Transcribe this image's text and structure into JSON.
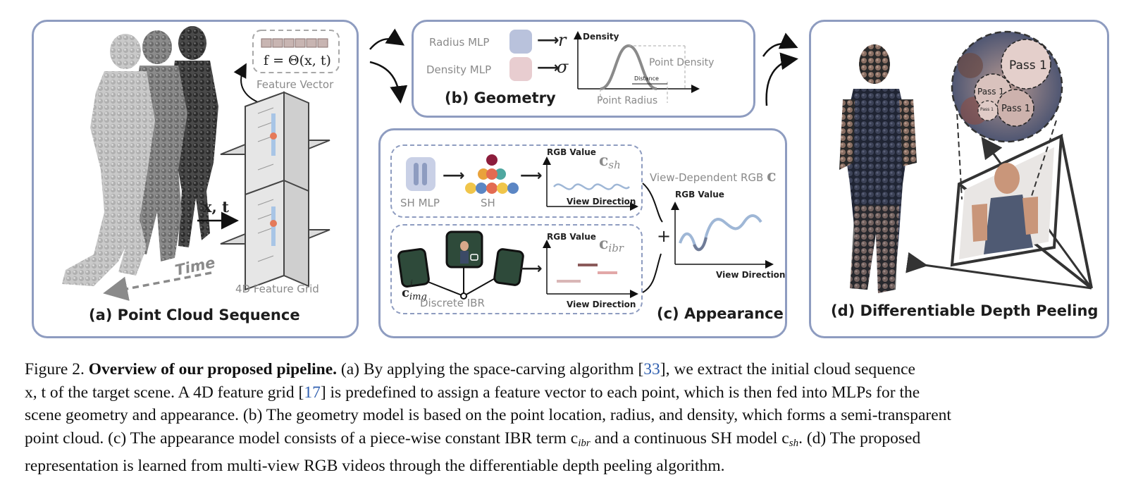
{
  "panel_a": {
    "title": "(a) Point Cloud Sequence",
    "feature_formula": "f = Θ(x, t)",
    "feature_vector_label": "Feature Vector",
    "input_label": "x, t",
    "time_label": "Time",
    "grid_label": "4D Feature Grid"
  },
  "panel_b": {
    "title": "(b) Geometry",
    "radius_mlp": "Radius MLP",
    "radius_out": "r",
    "density_mlp": "Density MLP",
    "density_out": "σ",
    "chart_ylabel": "Density",
    "point_density": "Point Density",
    "distance": "Distance",
    "point_radius": "Point Radius"
  },
  "panel_c": {
    "title": "(c) Appearance",
    "sh_mlp": "SH MLP",
    "sh": "SH",
    "rgb_value_1": "RGB Value",
    "csh_main": "c",
    "csh_sub": "sh",
    "view_direction_1": "View Direction",
    "view_dependent": "View-Dependent RGB",
    "view_dependent_sym": "c",
    "rgb_value_2": "RGB Value",
    "view_direction_2": "View Direction",
    "rgb_value_3": "RGB Value",
    "cibr_main": "c",
    "cibr_sub": "ibr",
    "view_direction_3": "View Direction",
    "cimg_main": "c",
    "cimg_sub": "img",
    "cimg_sup": "i",
    "discrete_ibr": "Discrete IBR",
    "plus": "+"
  },
  "panel_d": {
    "title": "(d) Differentiable Depth Peeling",
    "pass_label": "Pass 1"
  },
  "caption": {
    "line1_a": "Figure 2.",
    "line1_bold": "Overview of our proposed pipeline.",
    "line1_b": "(a) By applying the space-carving algorithm [",
    "ref1": "33",
    "line1_c": "], we extract the initial cloud sequence",
    "line2_a": "x, t of the target scene. A 4D feature grid [",
    "ref2": "17",
    "line2_b": "] is predefined to assign a feature vector to each point, which is then fed into MLPs for the",
    "line3": "scene geometry and appearance. (b) The geometry model is based on the point location, radius, and density, which forms a semi-transparent",
    "line4_a": "point cloud. (c) The appearance model consists of a piece-wise constant IBR term c",
    "line4_sub1": "ibr",
    "line4_b": " and a continuous SH model c",
    "line4_sub2": "sh",
    "line4_c": ". (d) The proposed",
    "line5": "representation is learned from multi-view RGB videos through the differentiable depth peeling algorithm."
  },
  "colors": {
    "panel_border": "#8e9cc0",
    "dashed_box": "#8e9cc0",
    "mlp_blue": "#b9c2dc",
    "mlp_pink": "#e8cdd0",
    "link_blue": "#2f5fb0"
  }
}
